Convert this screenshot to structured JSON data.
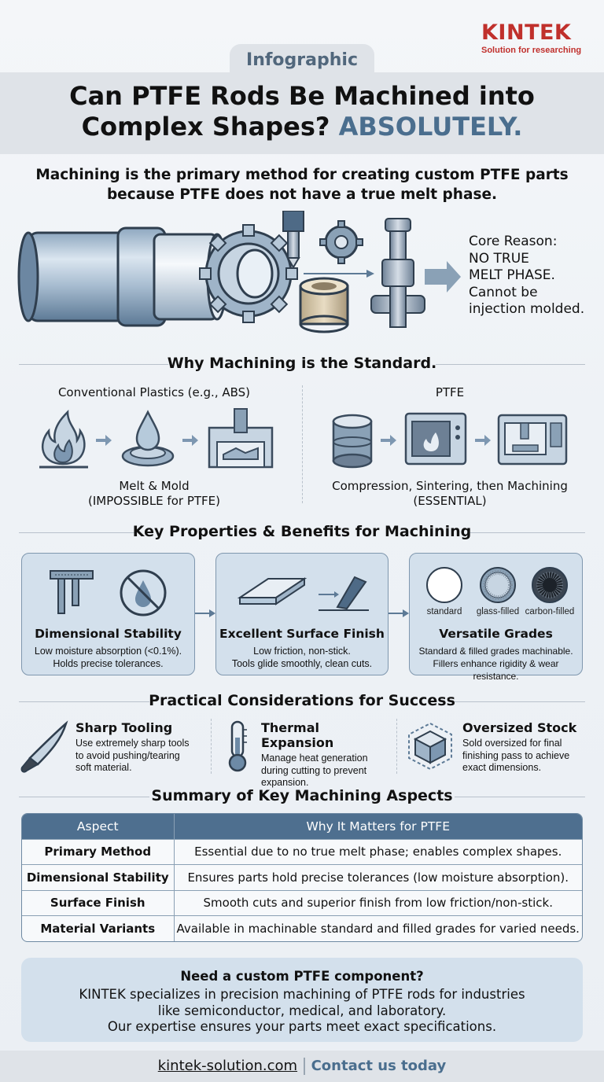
{
  "brand": {
    "name": "KINTEK",
    "tagline": "Solution for researching"
  },
  "header": {
    "eyebrow": "Infographic",
    "title_line1": "Can PTFE Rods Be Machined into",
    "title_line2_main": "Complex Shapes?",
    "title_line2_accent": "ABSOLUTELY."
  },
  "intro": {
    "line1": "Machining is the primary method for creating custom PTFE parts",
    "line2": "because PTFE does not have a true melt phase."
  },
  "hero": {
    "core_lines": [
      "Core Reason:",
      "NO TRUE",
      "MELT PHASE.",
      "Cannot be",
      "injection molded."
    ]
  },
  "why": {
    "heading": "Why Machining is the Standard.",
    "left": {
      "label": "Conventional Plastics (e.g., ABS)",
      "caption_line1": "Melt & Mold",
      "caption_line2": "(IMPOSSIBLE for PTFE)"
    },
    "right": {
      "label": "PTFE",
      "caption_line1": "Compression, Sintering, then Machining",
      "caption_line2": "(ESSENTIAL)"
    }
  },
  "properties": {
    "heading": "Key Properties & Benefits for Machining",
    "cards": [
      {
        "title": "Dimensional Stability",
        "text1": "Low moisture absorption (<0.1%).",
        "text2": "Holds precise tolerances."
      },
      {
        "title": "Excellent Surface Finish",
        "text1": "Low friction, non-stick.",
        "text2": "Tools glide smoothly, clean cuts."
      },
      {
        "title": "Versatile Grades",
        "text1": "Standard & filled grades machinable.",
        "text2": "Fillers enhance rigidity & wear resistance."
      }
    ],
    "grades": [
      "standard",
      "glass-filled",
      "carbon-filled"
    ]
  },
  "considerations": {
    "heading": "Practical Considerations for Success",
    "items": [
      {
        "title": "Sharp Tooling",
        "l1": "Use extremely sharp tools",
        "l2": "to avoid pushing/tearing",
        "l3": "soft material."
      },
      {
        "title": "Thermal Expansion",
        "l1": "Manage heat generation",
        "l2": "during cutting to prevent",
        "l3": "expansion."
      },
      {
        "title": "Oversized Stock",
        "l1": "Sold oversized for final",
        "l2": "finishing pass to achieve",
        "l3": "exact dimensions."
      }
    ]
  },
  "summary": {
    "heading": "Summary of Key Machining Aspects",
    "columns": [
      "Aspect",
      "Why It Matters for PTFE"
    ],
    "rows": [
      {
        "aspect": "Primary Method",
        "why": "Essential due to no true melt phase; enables complex shapes."
      },
      {
        "aspect": "Dimensional Stability",
        "why": "Ensures parts hold precise tolerances (low moisture absorption)."
      },
      {
        "aspect": "Surface Finish",
        "why": "Smooth cuts and superior finish from low friction/non-stick."
      },
      {
        "aspect": "Material Variants",
        "why": "Available in machinable standard and filled grades for varied needs."
      }
    ]
  },
  "cta": {
    "title": "Need a custom PTFE component?",
    "line1": "KINTEK specializes in precision machining of PTFE rods for industries",
    "line2": "like semiconductor, medical, and laboratory.",
    "line3": "Our expertise ensures your parts meet exact specifications."
  },
  "footer": {
    "site": "kintek-solution.com",
    "contact": "Contact us today"
  },
  "colors": {
    "brand_red": "#c0302c",
    "accent_blue": "#4a6e8e",
    "card_fill": "#d3e0ec",
    "table_header": "#4e6f8f"
  }
}
